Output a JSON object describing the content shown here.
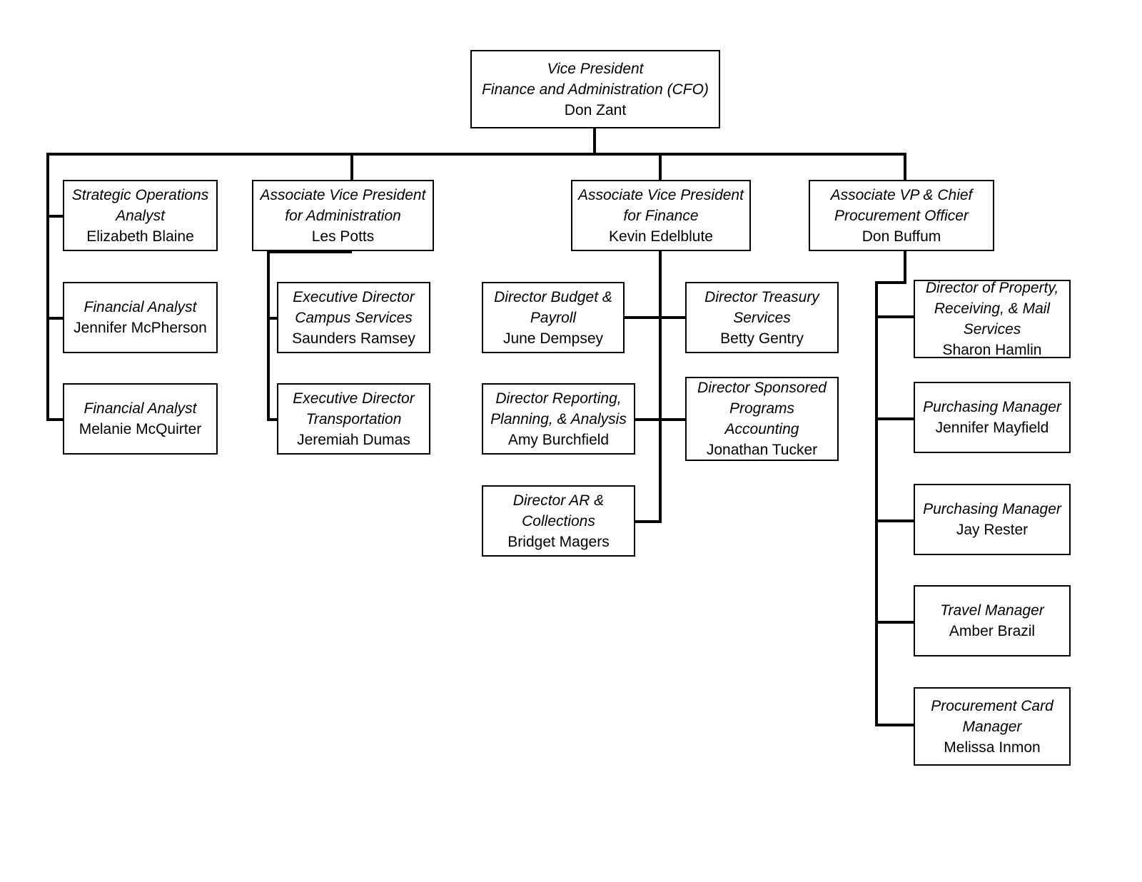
{
  "chart": {
    "type": "organizational-chart",
    "line_color": "#000000",
    "box_border_color": "#000000",
    "background": "#ffffff"
  },
  "root": {
    "title": "Vice President\nFinance and Administration (CFO)",
    "person": "Don Zant"
  },
  "branches": [
    {
      "id": "strategic-operations-analyst",
      "title": "Strategic Operations\nAnalyst",
      "person": "Elizabeth Blaine"
    },
    {
      "id": "avp-administration",
      "title": "Associate Vice President\nfor Administration",
      "person": "Les Potts"
    },
    {
      "id": "avp-finance",
      "title": "Associate Vice President\nfor Finance",
      "person": "Kevin Edelblute"
    },
    {
      "id": "avp-chief-procurement-officer",
      "title": "Associate VP & Chief\nProcurement Officer",
      "person": "Don Buffum"
    }
  ],
  "cfo_direct_reports": [
    {
      "id": "financial-analyst-mcpherson",
      "title": "Financial Analyst",
      "person": "Jennifer McPherson"
    },
    {
      "id": "financial-analyst-mcquirter",
      "title": "Financial Analyst",
      "person": "Melanie McQuirter"
    }
  ],
  "administration_reports": [
    {
      "id": "exec-director-campus-services",
      "title": "Executive Director\nCampus Services",
      "person": "Saunders Ramsey"
    },
    {
      "id": "exec-director-transportation",
      "title": "Executive Director\nTransportation",
      "person": "Jeremiah Dumas"
    }
  ],
  "finance_reports": [
    {
      "id": "director-budget-payroll",
      "title": "Director Budget &\nPayroll",
      "person": "June Dempsey"
    },
    {
      "id": "director-treasury-services",
      "title": "Director Treasury\nServices",
      "person": "Betty Gentry"
    },
    {
      "id": "director-reporting-planning-analysis",
      "title": "Director Reporting,\nPlanning, & Analysis",
      "person": "Amy Burchfield"
    },
    {
      "id": "director-sponsored-programs-accounting",
      "title": "Director Sponsored\nPrograms\nAccounting",
      "person": "Jonathan Tucker"
    },
    {
      "id": "director-ar-collections",
      "title": "Director AR &\nCollections",
      "person": "Bridget Magers"
    }
  ],
  "procurement_reports": [
    {
      "id": "director-property-receiving-mail-services",
      "title": "Director of Property,\nReceiving, & Mail\nServices",
      "person": "Sharon Hamlin"
    },
    {
      "id": "purchasing-manager-mayfield",
      "title": "Purchasing Manager",
      "person": "Jennifer Mayfield"
    },
    {
      "id": "purchasing-manager-rester",
      "title": "Purchasing Manager",
      "person": "Jay Rester"
    },
    {
      "id": "travel-manager",
      "title": "Travel Manager",
      "person": "Amber Brazil"
    },
    {
      "id": "procurement-card-manager",
      "title": "Procurement Card\nManager",
      "person": "Melissa Inmon"
    }
  ]
}
